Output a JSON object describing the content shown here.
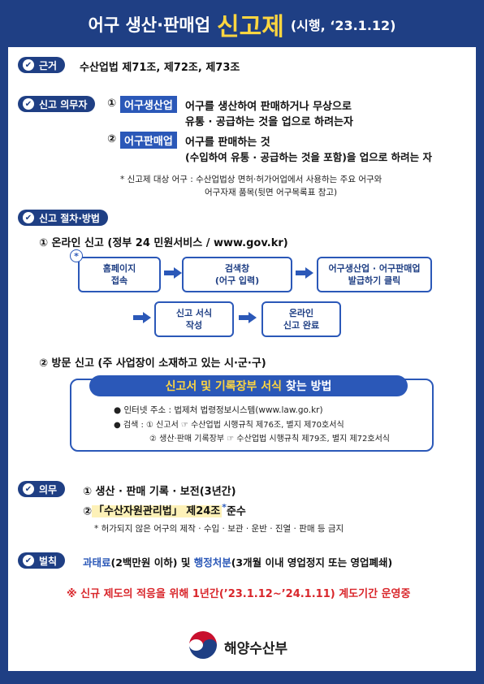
{
  "title": {
    "part1": "어구 생산·판매업",
    "part2": "신고제",
    "part3": "(시행, ‘23.1.12)"
  },
  "basis": {
    "label": "근거",
    "text": "수산업법 제71조, 제72조, 제73조"
  },
  "duty_holder": {
    "label": "신고 의무자",
    "item1": {
      "num": "①",
      "tag": "어구생산업",
      "line1": "어구를 생산하여 판매하거나 무상으로",
      "line2": "유통 · 공급하는 것을 업으로 하려는자"
    },
    "item2": {
      "num": "②",
      "tag": "어구판매업",
      "line1": "어구를 판매하는 것",
      "line2": "(수입하여 유통 · 공급하는 것을 포함)을 업으로 하려는 자"
    },
    "note1": "* 신고제 대상 어구 : 수산업법상 면허·허가어업에서 사용하는 주요 어구와",
    "note2": "어구자재 품목(뒷면 어구목록표 참고)"
  },
  "procedure": {
    "label": "신고 절차·방법",
    "online_title": "① 온라인 신고 (정부 24 민원서비스 / www.gov.kr)",
    "steps": [
      {
        "l1": "홈페이지",
        "l2": "접속"
      },
      {
        "l1": "검색창",
        "l2": "(어구 입력)"
      },
      {
        "l1": "어구생산업 · 어구판매업",
        "l2": "발급하기 클릭"
      },
      {
        "l1": "신고 서식",
        "l2": "작성"
      },
      {
        "l1": "온라인",
        "l2": "신고 완료"
      }
    ],
    "marker": "*",
    "visit_title": "② 방문 신고 (주 사업장이 소재하고 있는 시·군·구)",
    "guide": {
      "head_a": "신고서 및 기록장부 서식",
      "head_b": "찾는 방법",
      "line1": "● 인터넷 주소 : 법제처 법령정보시스템(www.law.go.kr)",
      "line2": "● 검색 : ① 신고서 ☞ 수산업법 시행규칙 제76조, 별지 제70호서식",
      "line3": "② 생산·판매 기록장부 ☞ 수산업법 시행규칙 제79조, 별지 제72호서식"
    }
  },
  "obligation": {
    "label": "의무",
    "item1": "① 생산 · 판매 기록 · 보전(3년간)",
    "item2_num": "②",
    "item2_hl": "「수산자원관리법」 제24조",
    "item2_star": "*",
    "item2_end": "준수",
    "note": "* 허가되지 않은 어구의 제작 · 수입 · 보관 · 운반 · 진열 · 판매 등 금지"
  },
  "penalty": {
    "label": "벌칙",
    "p1": "과태료",
    "t1": "(2백만원 이하) 및 ",
    "p2": "행정처분",
    "t2": "(3개월 이내 영업정지 또는 영업폐쇄)"
  },
  "notice": "※ 신규 제도의 적응을 위해 1년간(’23.1.12~’24.1.11) 계도기간 운영중",
  "ministry": "해양수산부",
  "colors": {
    "navy": "#1f3f84",
    "blue": "#2b58b8",
    "yellow": "#ffd640",
    "red": "#d9262b"
  }
}
